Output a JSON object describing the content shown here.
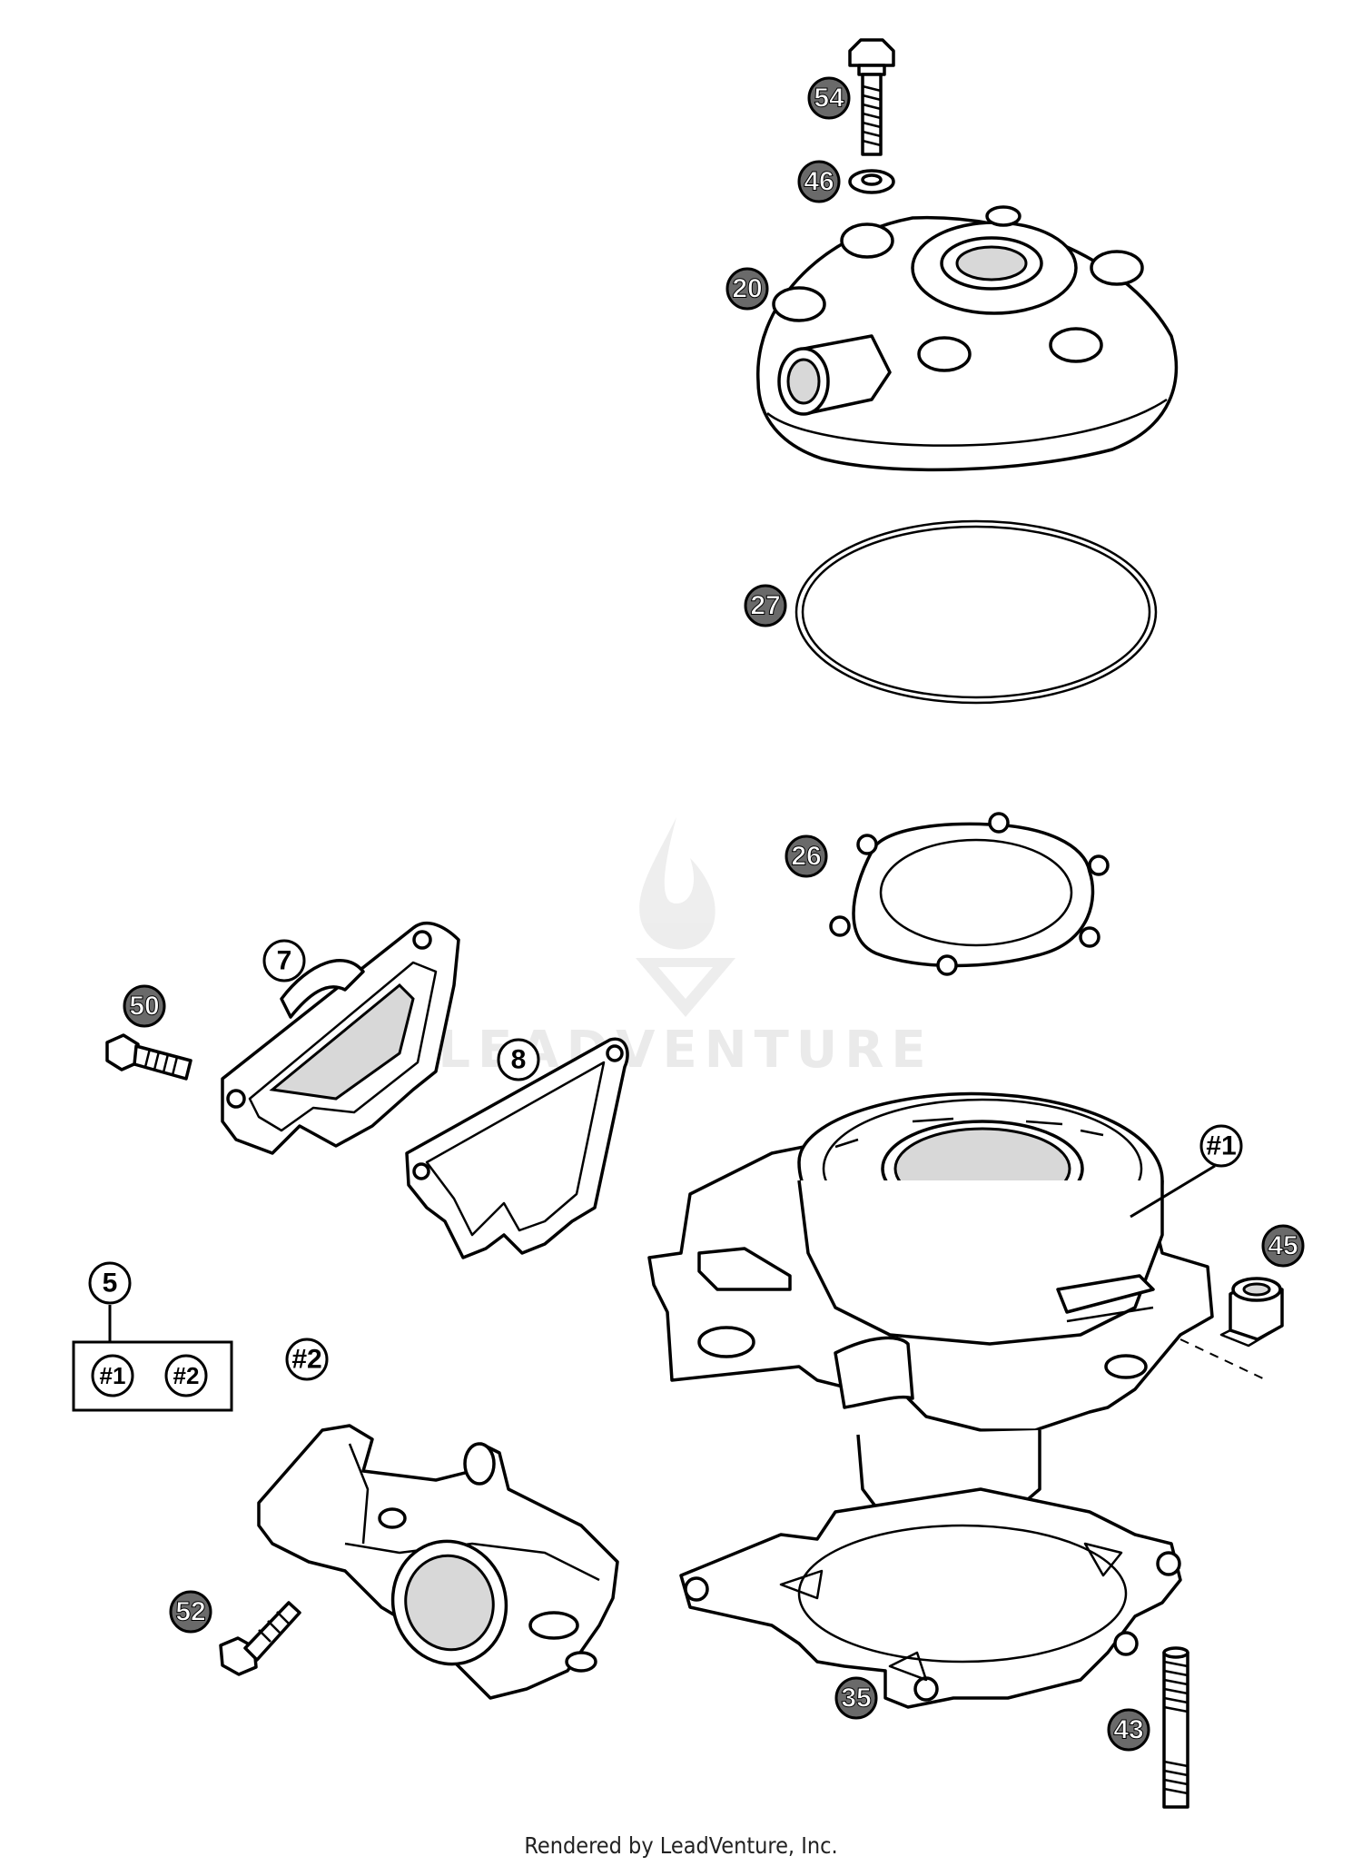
{
  "watermark": {
    "brand": "LEADVENTURE"
  },
  "footer": {
    "credit": "Rendered by LeadVenture, Inc."
  },
  "callouts": {
    "c54": "54",
    "c46": "46",
    "c20": "20",
    "c27": "27",
    "c26": "26",
    "c7": "7",
    "c50": "50",
    "c8": "8",
    "c1": "#1",
    "c45": "45",
    "c5": "5",
    "c5a": "#1",
    "c5b": "#2",
    "c2": "#2",
    "c52": "52",
    "c35": "35",
    "c43": "43"
  }
}
